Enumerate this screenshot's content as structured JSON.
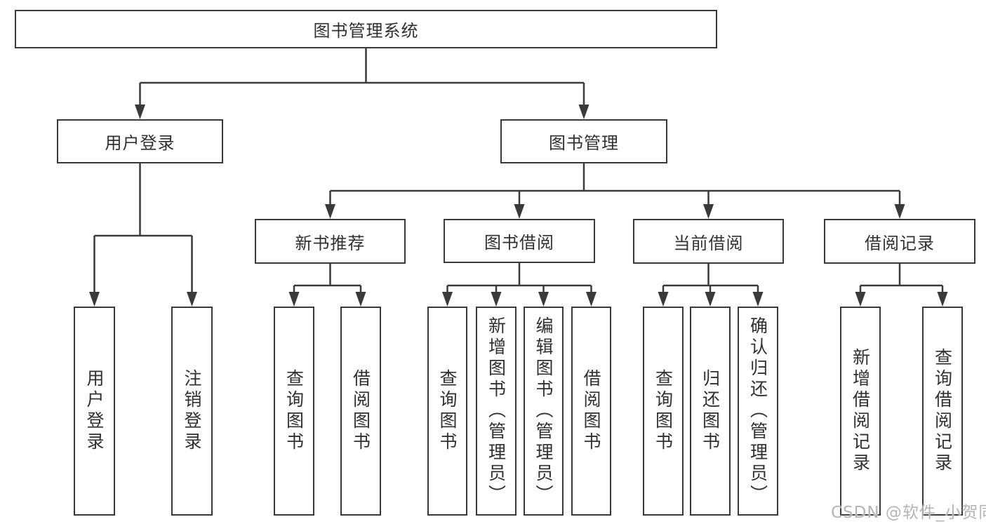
{
  "diagram": {
    "title": "图书管理系统",
    "branches": [
      {
        "label": "用户登录",
        "children": [
          "用户登录",
          "注销登录"
        ]
      },
      {
        "label": "图书管理",
        "children": [
          {
            "label": "新书推荐",
            "children": [
              "查询图书",
              "借阅图书"
            ]
          },
          {
            "label": "图书借阅",
            "children": [
              "查询图书",
              "新增图书（管理员）",
              "编辑图书（管理员）",
              "借阅图书"
            ]
          },
          {
            "label": "当前借阅",
            "children": [
              "查询图书",
              "归还图书",
              "确认归还（管理员）"
            ]
          },
          {
            "label": "借阅记录",
            "children": [
              "新增借阅记录",
              "查询借阅记录"
            ]
          }
        ]
      }
    ]
  },
  "watermark": {
    "text": "CSDN @软件_小贺同学"
  },
  "colors": {
    "line": "#3a3a3a",
    "text": "#303030",
    "background": "#ffffff",
    "watermark": "#b5b5b5"
  }
}
